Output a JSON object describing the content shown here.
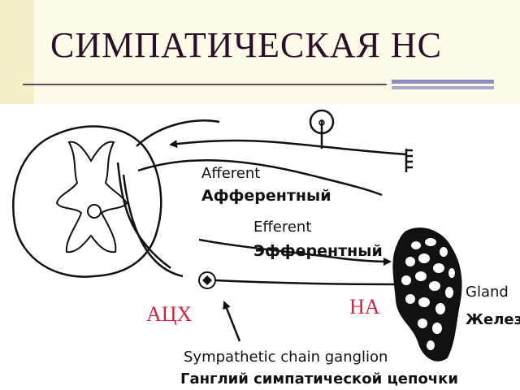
{
  "title": "СИМПАТИЧЕСКАЯ НС",
  "labels": {
    "afferent_en": "Afferent",
    "afferent_ru": "Афферентный",
    "efferent_en": "Efferent",
    "efferent_ru": "Эфферентный",
    "gland_en": "Gland",
    "gland_ru": "Железа",
    "ganglion_en": "Sympathetic chain ganglion",
    "ganglion_ru": "Ганглий симпатической цепочки",
    "ach": "АЦХ",
    "na": "НА"
  },
  "colors": {
    "title": "#2a0e2a",
    "accent_red": "#d4233a",
    "ink": "#111111",
    "band": "#fefce8"
  }
}
